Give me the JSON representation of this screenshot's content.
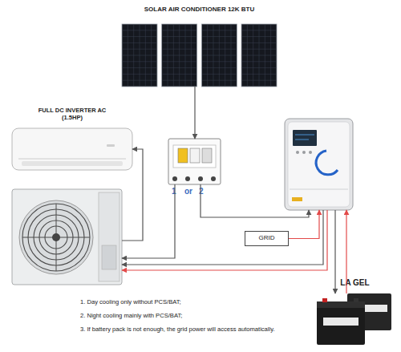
{
  "diagram": {
    "nodes": [
      {
        "text": [
          "SOLAR AIR CONDITIONER 12K BTU"
        ]
      },
      {
        "text": [
          "FULL DC INVERTER AC (1.5HP)"
        ]
      },
      {
        "text": [
          "1",
          "or",
          "2"
        ]
      },
      {
        "text": []
      },
      {
        "text": []
      },
      {
        "text": [
          "GRID"
        ]
      },
      {
        "text": [
          "LA GEL"
        ]
      }
    ],
    "edges": [
      {
        "from": 0,
        "to": 2,
        "arrow": "to"
      },
      {
        "from": 2,
        "to": 3,
        "arrow": "to"
      },
      {
        "from": 2,
        "to": 4,
        "arrow": "to"
      },
      {
        "from": 3,
        "to": 1,
        "arrow": "to"
      },
      {
        "from": 5,
        "to": 4,
        "arrow": "to"
      },
      {
        "from": 4,
        "to": 3,
        "arrow": "to"
      },
      {
        "from": 4,
        "to": 6,
        "arrow": "to"
      },
      {
        "from": 6,
        "to": 4,
        "arrow": "to"
      }
    ],
    "labels": [
      "1. Day cooling only without PCS/BAT;",
      "2. Night cooling mainly with PCS/BAT;",
      "3. If battery pack is not enough, the grid power will access automatically."
    ]
  }
}
